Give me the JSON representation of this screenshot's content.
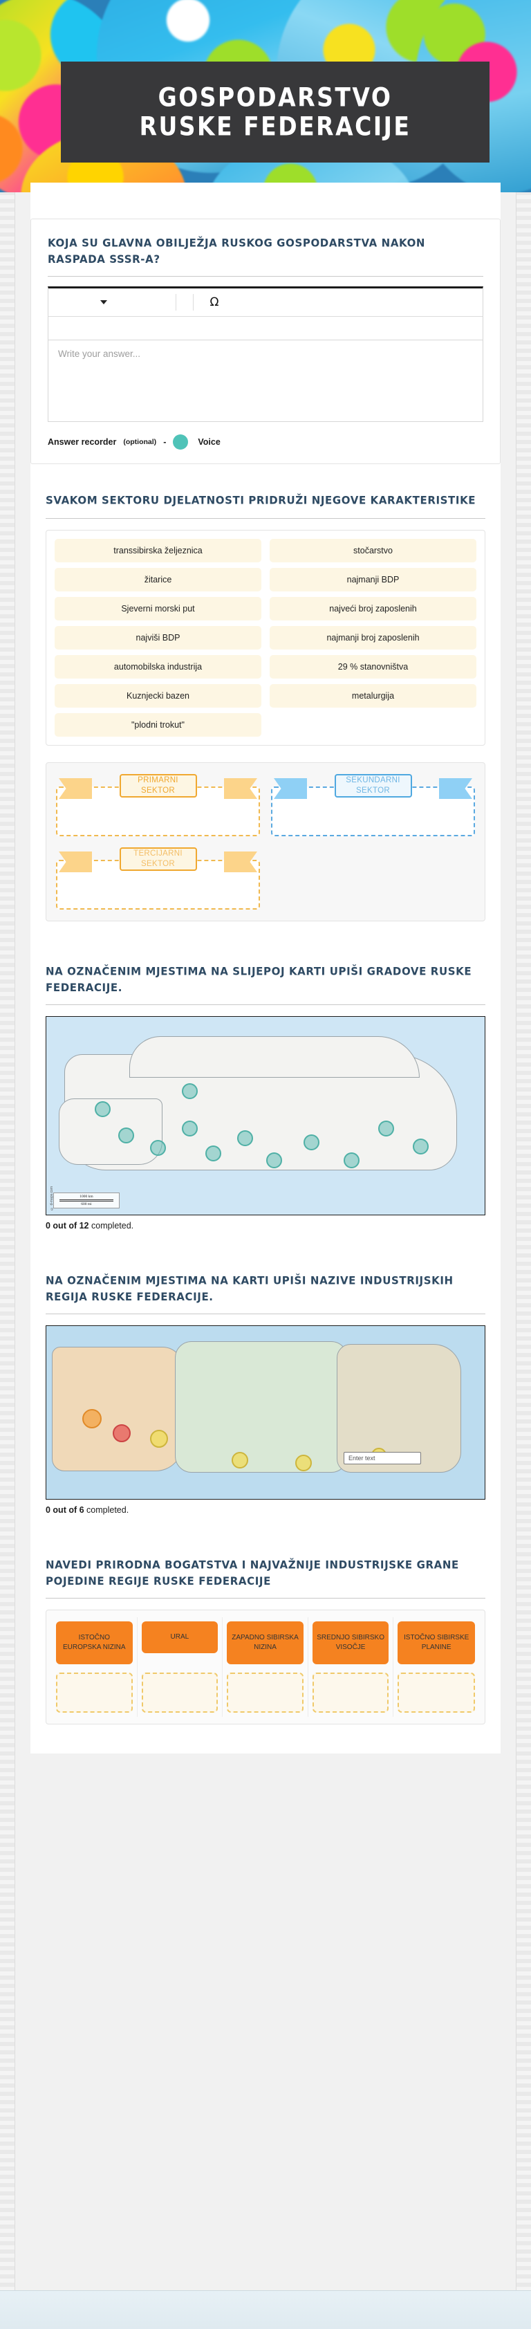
{
  "header": {
    "title_line1": "GOSPODARSTVO",
    "title_line2": "RUSKE FEDERACIJE",
    "background_icon": "globe-photo-banner"
  },
  "colors": {
    "title_band": "#38383a",
    "heading_text": "#2e4a63",
    "tile_bg": "#fdf6e3",
    "primary_sector": "#f0a830",
    "secondary_sector": "#4fa8e0",
    "tertiary_sector": "#f0a830",
    "region_chip": "#f58220",
    "recorder_dot": "#4fc3b8"
  },
  "q1": {
    "title": "KOJA SU GLAVNA OBILJEŽJA RUSKOG GOSPODARSTVA NAKON RASPADA SSSR-A?",
    "toolbar": {
      "style_dropdown_icon": "chevron-down-icon",
      "special_char_icon": "omega-symbol",
      "special_char_glyph": "Ω"
    },
    "answer_placeholder": "Write your answer...",
    "recorder": {
      "label": "Answer recorder",
      "optional": "(optional)",
      "dash": "-",
      "voice": "Voice"
    }
  },
  "q2": {
    "title": "SVAKOM SEKTORU DJELATNOSTI PRIDRUŽI NJEGOVE KARAKTERISTIKE",
    "tiles": [
      [
        "transsibirska željeznica",
        "stočarstvo"
      ],
      [
        "žitarice",
        "najmanji BDP"
      ],
      [
        "Sjeverni morski put",
        "najveći broj zaposlenih"
      ],
      [
        "najviši BDP",
        "najmanji broj zaposlenih"
      ],
      [
        "automobilska industrija",
        "29 % stanovništva"
      ],
      [
        "Kuznjecki bazen",
        "metalurgija"
      ],
      [
        "\"plodni trokut\"",
        ""
      ]
    ],
    "sectors": [
      {
        "line1": "PRIMARNI",
        "line2": "SEKTOR",
        "color": "#f0a830"
      },
      {
        "line1": "SEKUNDARNI",
        "line2": "SEKTOR",
        "color": "#4fa8e0"
      },
      {
        "line1": "TERCIJARNI",
        "line2": "SEKTOR",
        "color": "#f0a830"
      }
    ]
  },
  "q3": {
    "title": "NA OZNAČENIM MJESTIMA NA SLIJEPOJ KARTI UPIŠI GRADOVE RUSKE FEDERACIJE.",
    "map": {
      "attribution": "© d-maps.com",
      "scale_km": "1000 km",
      "scale_mi": "600 mi"
    },
    "progress_count": "0 out of 12",
    "progress_suffix": " completed."
  },
  "q4": {
    "title": "NA OZNAČENIM MJESTIMA NA KARTI UPIŠI NAZIVE INDUSTRIJSKIH REGIJA RUSKE FEDERACIJE.",
    "input_placeholder": "Enter text",
    "progress_count": "0 out of 6",
    "progress_suffix": " completed."
  },
  "q5": {
    "title": "NAVEDI PRIRODNA BOGATSTVA I NAJVAŽNIJE INDUSTRIJSKE GRANE POJEDINE REGIJE RUSKE FEDERACIJE",
    "regions": [
      "ISTOČNO EUROPSKA NIZINA",
      "URAL",
      "ZAPADNO SIBIRSKA NIZINA",
      "SREDNJO SIBIRSKO VISOČJE",
      "ISTOČNO SIBIRSKE PLANINE"
    ]
  }
}
